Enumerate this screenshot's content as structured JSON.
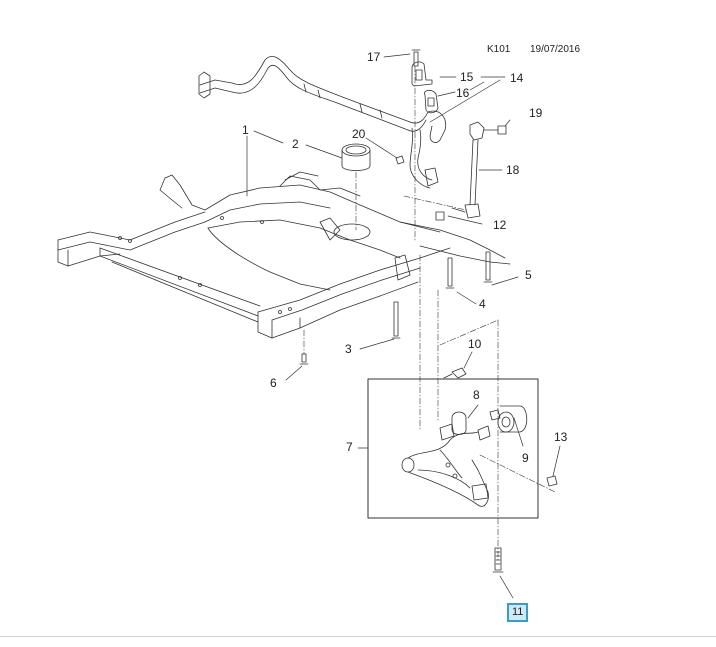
{
  "header": {
    "diagram_code": "K101",
    "date": "19/07/2016"
  },
  "callouts": [
    {
      "id": "1",
      "label": "1"
    },
    {
      "id": "2",
      "label": "2"
    },
    {
      "id": "3",
      "label": "3"
    },
    {
      "id": "4",
      "label": "4"
    },
    {
      "id": "5",
      "label": "5"
    },
    {
      "id": "6",
      "label": "6"
    },
    {
      "id": "7",
      "label": "7"
    },
    {
      "id": "8",
      "label": "8"
    },
    {
      "id": "9",
      "label": "9"
    },
    {
      "id": "10",
      "label": "10"
    },
    {
      "id": "11",
      "label": "11",
      "highlighted": true
    },
    {
      "id": "12",
      "label": "12"
    },
    {
      "id": "13",
      "label": "13"
    },
    {
      "id": "14",
      "label": "14"
    },
    {
      "id": "15",
      "label": "15"
    },
    {
      "id": "16",
      "label": "16"
    },
    {
      "id": "17",
      "label": "17"
    },
    {
      "id": "18",
      "label": "18"
    },
    {
      "id": "19",
      "label": "19"
    },
    {
      "id": "20",
      "label": "20"
    }
  ],
  "colors": {
    "line": "#333333",
    "highlight_border": "#3a9ec4",
    "highlight_fill": "#cdeaf6",
    "divider": "#d4d4d4"
  }
}
